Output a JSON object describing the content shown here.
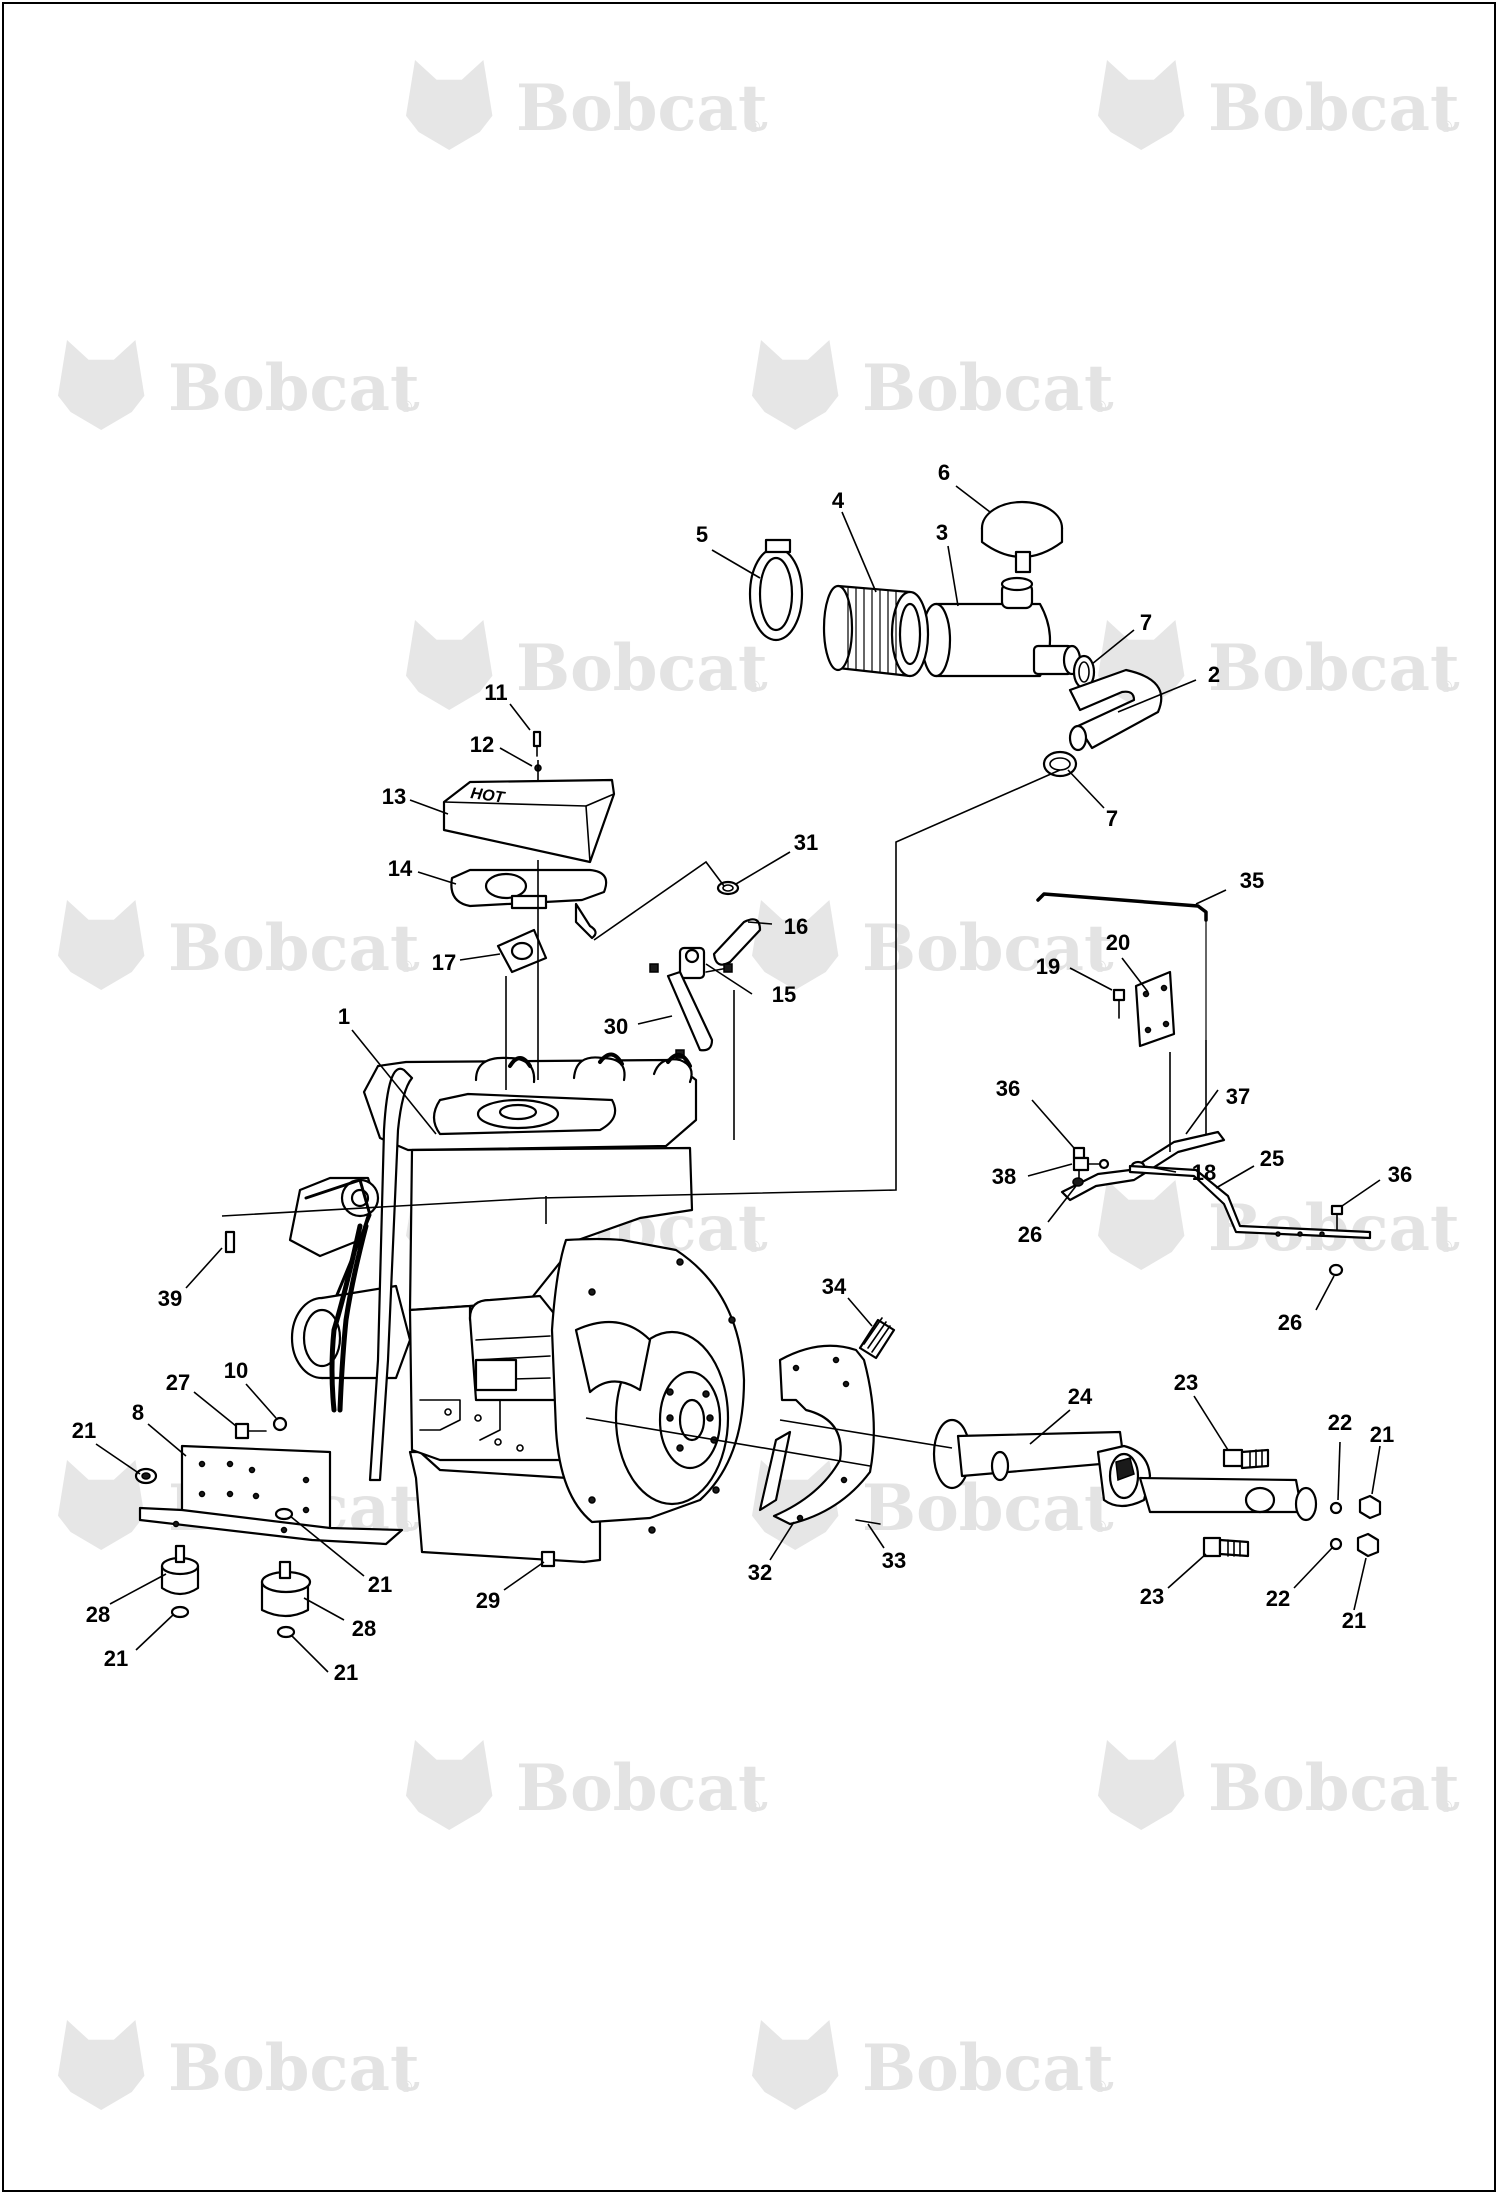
{
  "watermark": {
    "brand": "Bobcat",
    "registered_mark": "®",
    "color": "#e3e3e3"
  },
  "diagram": {
    "type": "exploded parts view",
    "hot_label": "HOT",
    "callouts": [
      "1",
      "2",
      "3",
      "4",
      "5",
      "6",
      "7",
      "7",
      "8",
      "10",
      "11",
      "12",
      "13",
      "14",
      "15",
      "16",
      "17",
      "18",
      "19",
      "20",
      "21",
      "21",
      "21",
      "21",
      "21",
      "21",
      "22",
      "22",
      "23",
      "23",
      "24",
      "25",
      "26",
      "26",
      "27",
      "28",
      "28",
      "29",
      "30",
      "31",
      "32",
      "33",
      "34",
      "35",
      "36",
      "36",
      "37",
      "38",
      "39"
    ]
  }
}
